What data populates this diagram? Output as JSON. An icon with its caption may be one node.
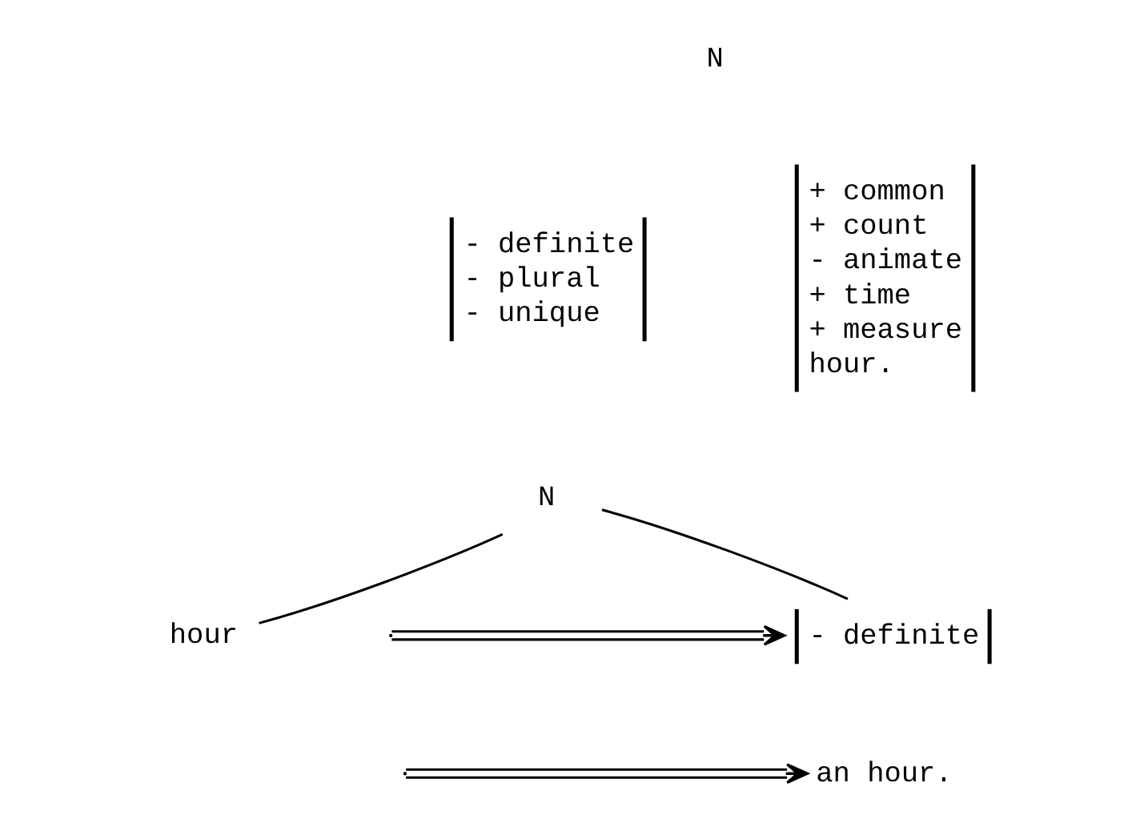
{
  "diagram": {
    "nodes": [
      {
        "text": [
          "N"
        ]
      },
      {
        "text": [
          "- definite",
          "- plural",
          "- unique"
        ]
      },
      {
        "text": [
          "+ common",
          "+ count",
          "- animate",
          "+ time",
          "+ measure",
          "hour."
        ]
      },
      {
        "text": [
          "N"
        ]
      },
      {
        "text": [
          "- definite"
        ]
      },
      {
        "text": [
          "hour"
        ]
      },
      {
        "text": [
          "an hour."
        ]
      }
    ],
    "edges": [
      {
        "from": 3,
        "to": 4,
        "arrow": "none"
      },
      {
        "from": 3,
        "to": 5,
        "arrow": "none"
      },
      {
        "from": null,
        "to": 4,
        "arrow": "to"
      },
      {
        "from": null,
        "to": 6,
        "arrow": "to"
      }
    ]
  }
}
